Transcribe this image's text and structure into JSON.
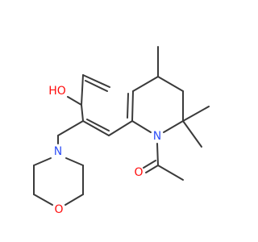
{
  "molecule": {
    "atoms": {
      "hydroxyl": {
        "text": "HO",
        "color": "#ff0d0d"
      },
      "ring_nitrogen": {
        "text": "N",
        "color": "#3050f8"
      },
      "carbonyl_oxygen": {
        "text": "O",
        "color": "#ff0d0d"
      },
      "morpholine_nitrogen": {
        "text": "N",
        "color": "#3050f8"
      },
      "morpholine_oxygen": {
        "text": "O",
        "color": "#ff0d0d"
      }
    },
    "bond_color": "#3a3a3a"
  }
}
